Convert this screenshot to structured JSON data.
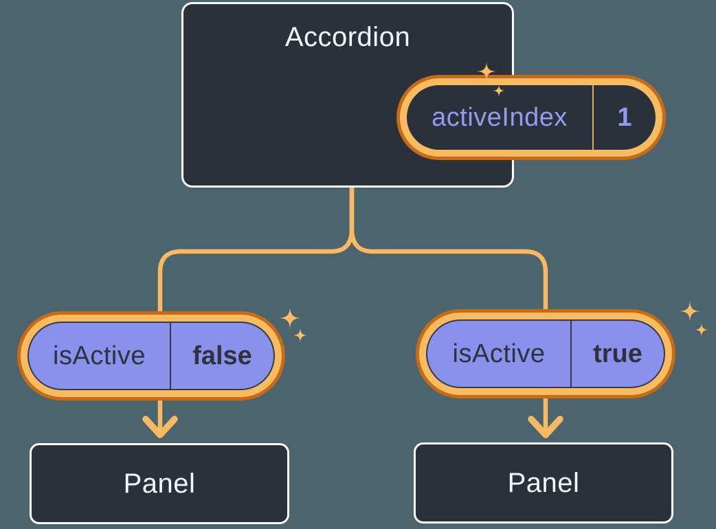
{
  "palette": {
    "background": "#4b646e",
    "node_fill": "#2b313b",
    "node_border": "#ffffff",
    "pill_fill": "#8a91ec",
    "ring_dark_orange": "#c76c16",
    "ring_light_orange": "#f9bb61",
    "connector_orange": "#f7ba62",
    "sparkle_orange": "#f8bd69",
    "state_text_purple": "#939bf0",
    "state_divider": "#e8a85c",
    "prop_text_dark": "#2d333d",
    "prop_outline": "#343a46",
    "title_text": "#f6f7f9"
  },
  "icons": {
    "sparkle": "✦",
    "arrow_down": "v"
  },
  "accordion": {
    "title": "Accordion",
    "state": {
      "label": "activeIndex",
      "value": "1"
    }
  },
  "children": [
    {
      "prop": {
        "label": "isActive",
        "value": "false"
      },
      "panel": {
        "title": "Panel"
      }
    },
    {
      "prop": {
        "label": "isActive",
        "value": "true"
      },
      "panel": {
        "title": "Panel"
      }
    }
  ]
}
